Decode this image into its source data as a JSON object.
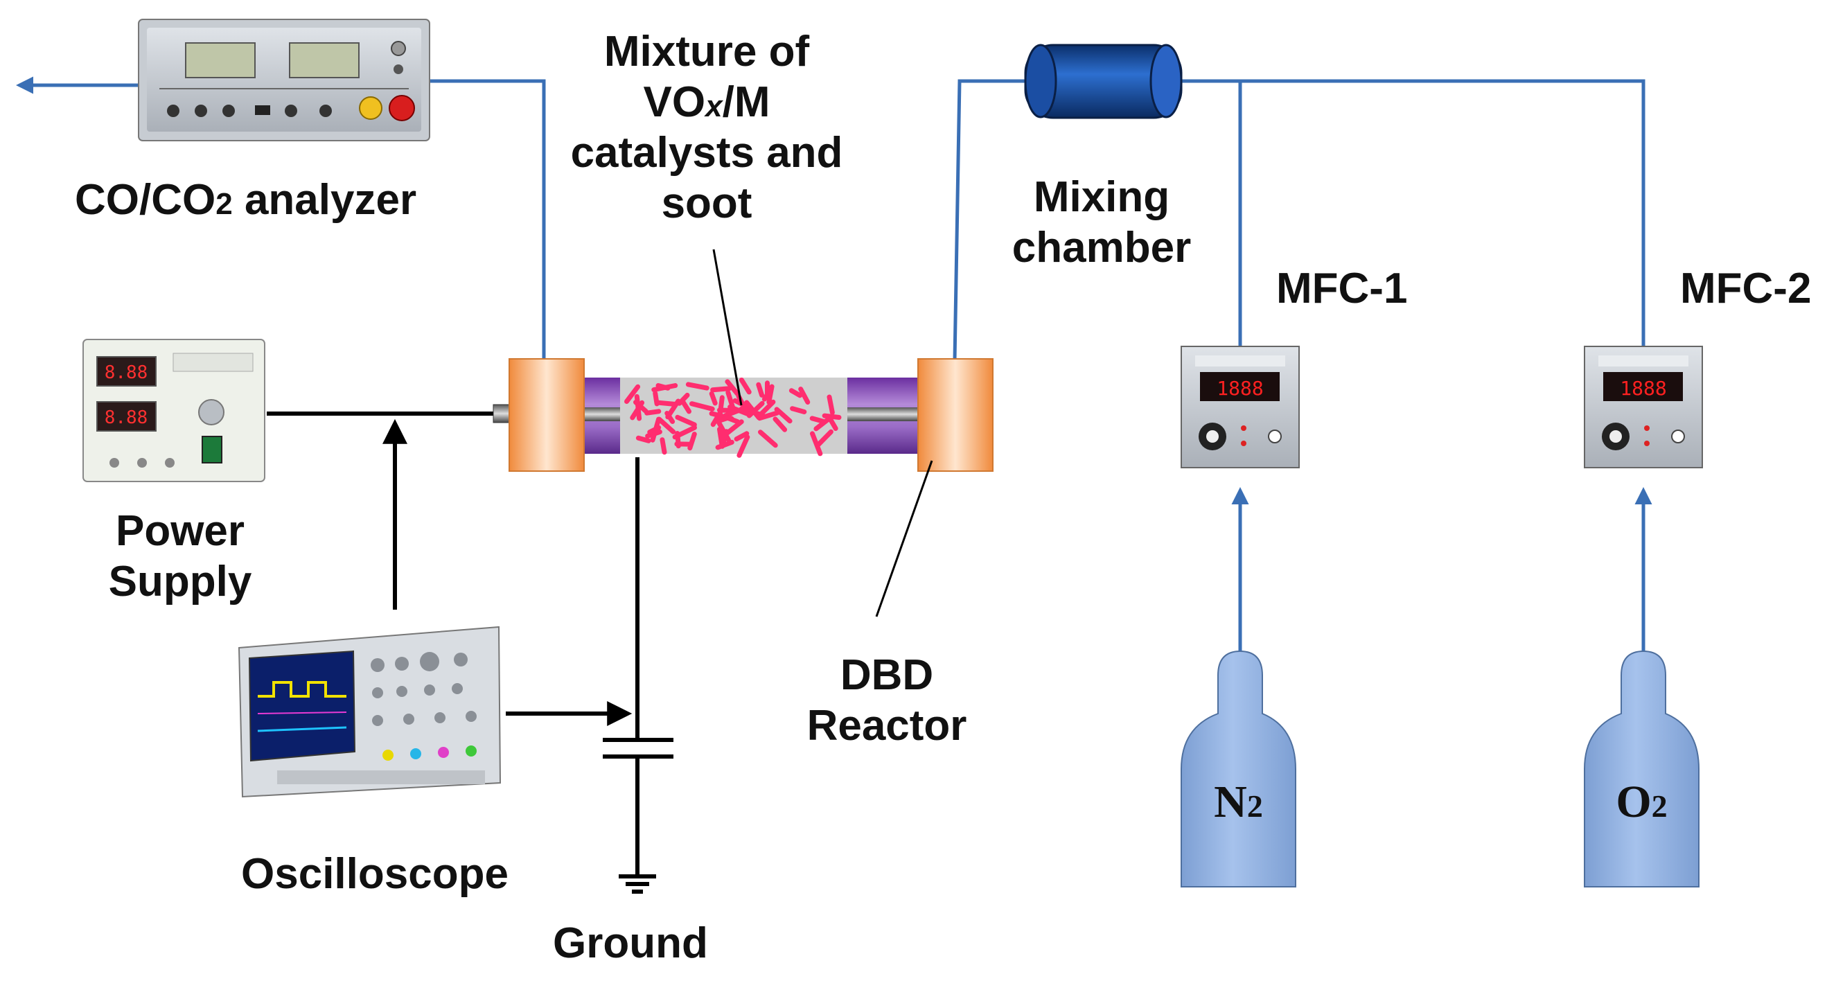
{
  "labels": {
    "analyzer": {
      "main": "CO/CO",
      "sub": "2",
      "tail": " analyzer"
    },
    "mixture": {
      "line1": "Mixture of",
      "line2a": "VO",
      "line2b": "x",
      "line2c": "/M",
      "line3": "catalysts and",
      "line4": "soot"
    },
    "mixing_chamber": {
      "line1": "Mixing",
      "line2": "chamber"
    },
    "mfc1": "MFC-1",
    "mfc2": "MFC-2",
    "power_supply": {
      "line1": "Power",
      "line2": "Supply"
    },
    "dbd_reactor": {
      "line1": "DBD",
      "line2": "Reactor"
    },
    "oscilloscope": "Oscilloscope",
    "ground": "Ground",
    "n2": {
      "main": "N",
      "sub": "2"
    },
    "o2": {
      "main": "O",
      "sub": "2"
    }
  },
  "colors": {
    "gas_line": "#3a6fb5",
    "electric_line": "#000000",
    "flange": "#f4a460",
    "tube": "#8a4fb5",
    "catalyst": "#ff2d6f",
    "cylinder": "#8fb1e0",
    "chamber": "#1c4fa0"
  }
}
